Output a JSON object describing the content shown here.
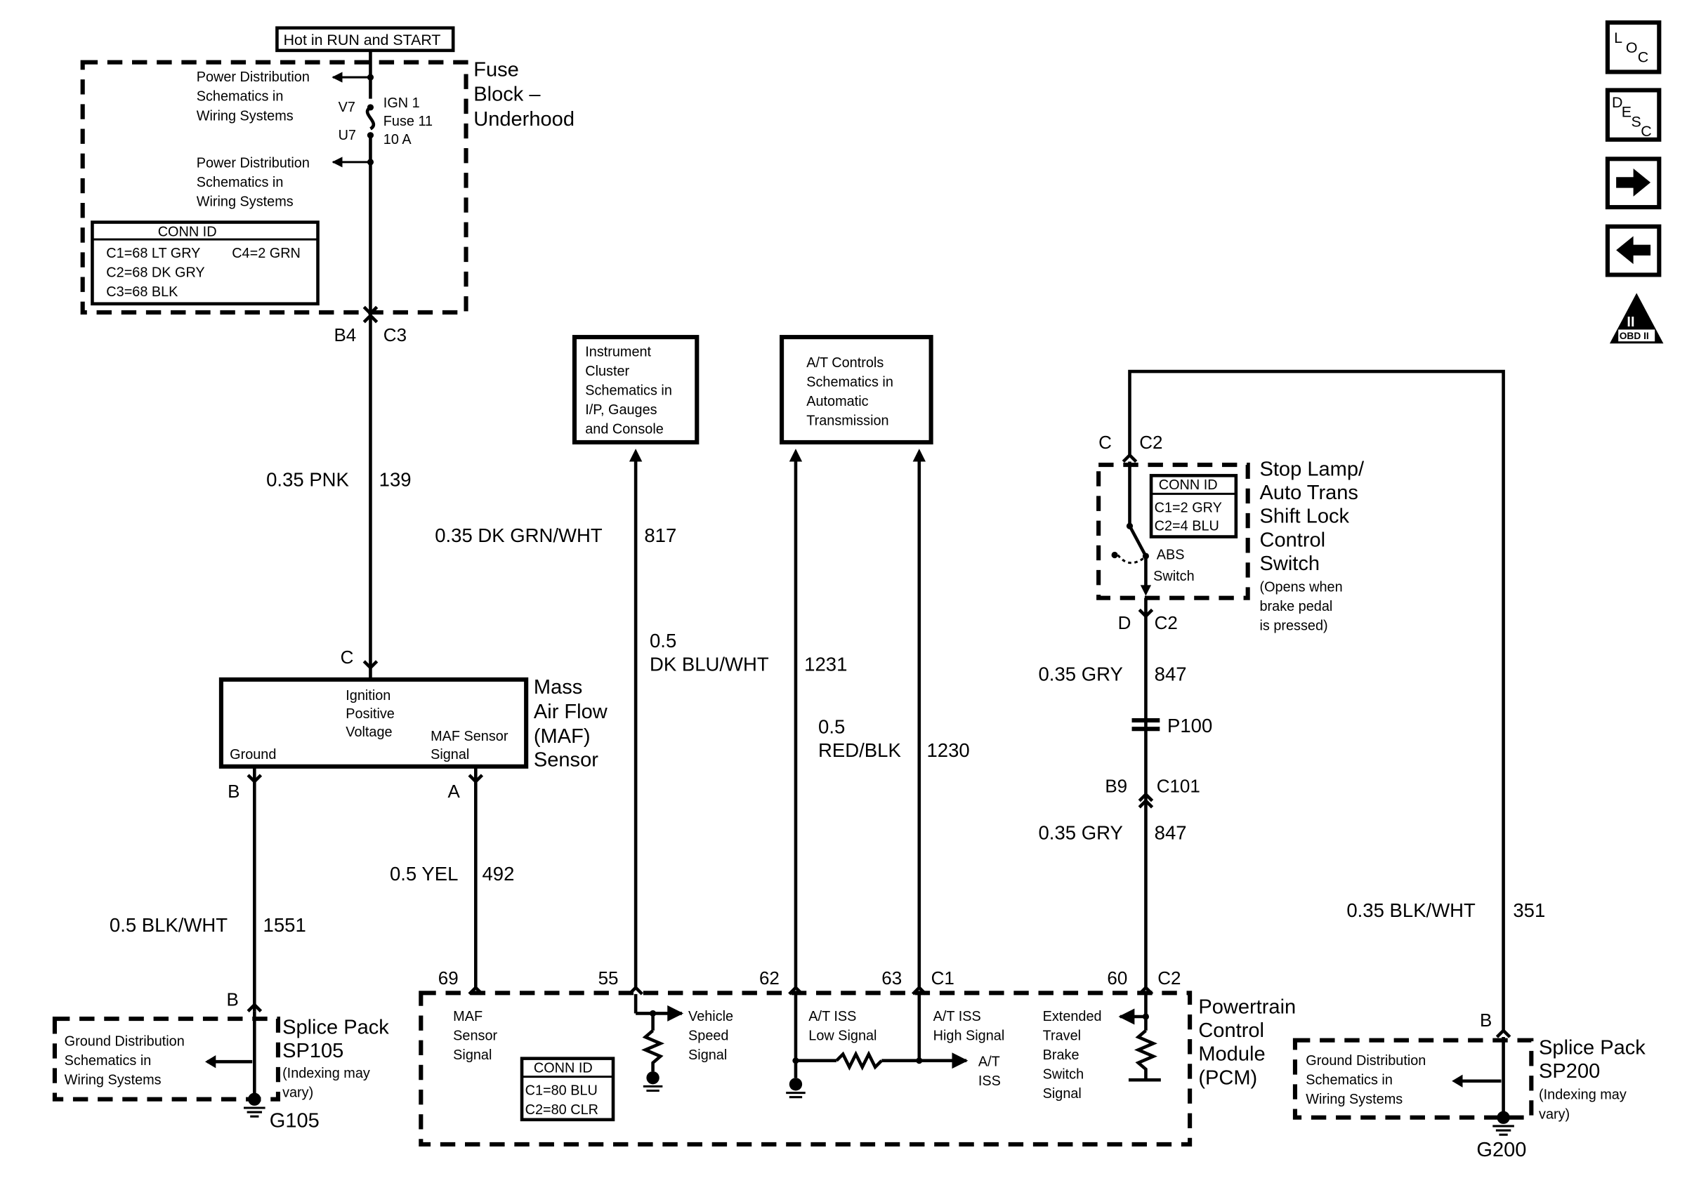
{
  "header_tag": "Hot in RUN and START",
  "fuse_block": {
    "title": [
      "Fuse",
      "Block –",
      "Underhood"
    ],
    "power_ref_1": [
      "Power Distribution",
      "Schematics in",
      "Wiring Systems"
    ],
    "power_ref_2": [
      "Power Distribution",
      "Schematics in",
      "Wiring Systems"
    ],
    "pin_v7": "V7",
    "pin_u7": "U7",
    "fuse_label": [
      "IGN 1",
      "Fuse 11",
      "10 A"
    ],
    "conn_id": {
      "title": "CONN ID",
      "c1": "C1=68 LT GRY",
      "c4": "C4=2 GRN",
      "c2": "C2=68 DK GRY",
      "c3": "C3=68 BLK"
    },
    "pin_b4": "B4",
    "conn_c3": "C3"
  },
  "wires": {
    "pnk": {
      "gauge_color": "0.35 PNK",
      "circuit": "139"
    },
    "dkgrn": {
      "gauge_color": "0.35 DK GRN/WHT",
      "circuit": "817"
    },
    "dkblu": {
      "gauge": "0.5",
      "color": "DK BLU/WHT",
      "circuit": "1231"
    },
    "redblk": {
      "gauge": "0.5",
      "color": "RED/BLK",
      "circuit": "1230"
    },
    "gry_upper": {
      "gauge_color": "0.35 GRY",
      "circuit": "847"
    },
    "gry_lower": {
      "gauge_color": "0.35 GRY",
      "circuit": "847"
    },
    "blkwht_maf": {
      "gauge_color": "0.5 BLK/WHT",
      "circuit": "1551"
    },
    "yel": {
      "gauge_color": "0.5 YEL",
      "circuit": "492"
    },
    "blkwht_right": {
      "gauge_color": "0.35 BLK/WHT",
      "circuit": "351"
    }
  },
  "ic_ref": [
    "Instrument",
    "Cluster",
    "Schematics in",
    "I/P, Gauges",
    "and Console"
  ],
  "at_ref": [
    "A/T Controls",
    "Schematics in",
    "Automatic",
    "Transmission"
  ],
  "stop_lamp": {
    "pin_c": "C",
    "conn_c2_top": "C2",
    "pin_d": "D",
    "conn_c2_bottom": "C2",
    "title": [
      "Stop Lamp/",
      "Auto Trans",
      "Shift Lock",
      "Control",
      "Switch"
    ],
    "note": [
      "(Opens when",
      "brake pedal",
      "is pressed)"
    ],
    "switch_label": [
      "ABS",
      "Switch"
    ],
    "conn_id": {
      "title": "CONN ID",
      "c1": "C1=2 GRY",
      "c2": "C2=4 BLU"
    }
  },
  "p100": "P100",
  "c101": {
    "pin": "B9",
    "conn": "C101"
  },
  "maf": {
    "pin_c": "C",
    "title": [
      "Mass",
      "Air Flow",
      "(MAF)",
      "Sensor"
    ],
    "ign_label": [
      "Ignition",
      "Positive",
      "Voltage"
    ],
    "ground": "Ground",
    "signal": [
      "MAF Sensor",
      "Signal"
    ],
    "pin_b": "B",
    "pin_a": "A"
  },
  "pcm": {
    "title": [
      "Powertrain",
      "Control",
      "Module",
      "(PCM)"
    ],
    "pin_69": "69",
    "pin_55": "55",
    "pin_62": "62",
    "pin_63": "63",
    "conn_c1": "C1",
    "pin_60": "60",
    "conn_c2": "C2",
    "maf_signal": [
      "MAF",
      "Sensor",
      "Signal"
    ],
    "vss": [
      "Vehicle",
      "Speed",
      "Signal"
    ],
    "iss_low": [
      "A/T ISS",
      "Low Signal"
    ],
    "iss_high": [
      "A/T ISS",
      "High Signal"
    ],
    "iss": [
      "A/T",
      "ISS"
    ],
    "brake": [
      "Extended",
      "Travel",
      "Brake",
      "Switch",
      "Signal"
    ],
    "conn_id": {
      "title": "CONN ID",
      "c1": "C1=80 BLU",
      "c2": "C2=80 CLR"
    }
  },
  "sp105": {
    "pin_b": "B",
    "title": [
      "Splice Pack",
      "SP105"
    ],
    "note": [
      "(Indexing may",
      "vary)"
    ],
    "ground_ref": [
      "Ground Distribution",
      "Schematics in",
      "Wiring Systems"
    ],
    "ground": "G105"
  },
  "sp200": {
    "pin_b": "B",
    "title": [
      "Splice Pack",
      "SP200"
    ],
    "note": [
      "(Indexing may",
      "vary)"
    ],
    "ground_ref": [
      "Ground Distribution",
      "Schematics in",
      "Wiring Systems"
    ],
    "ground": "G200"
  },
  "nav": {
    "loc": [
      "L",
      "O",
      "C"
    ],
    "desc": [
      "D",
      "E",
      "S",
      "C"
    ],
    "obd": {
      "numeral": "II",
      "text": "OBD II"
    },
    "icons": [
      "loc-icon",
      "desc-icon",
      "arrow-right-icon",
      "arrow-left-icon",
      "obd-ii-icon"
    ]
  }
}
